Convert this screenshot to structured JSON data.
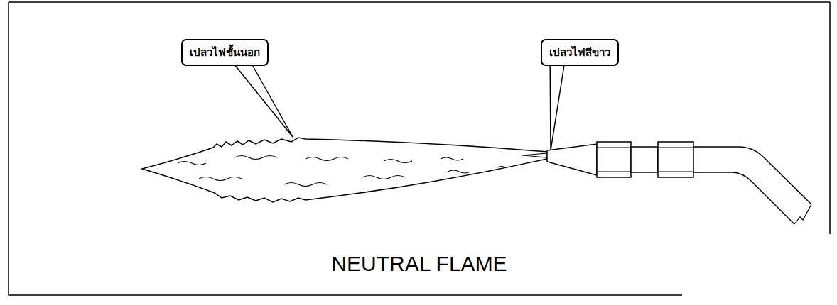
{
  "diagram": {
    "title": "NEUTRAL FLAME",
    "nodes": [
      {
        "text": [
          "เปลวไฟชั้นนอก"
        ]
      },
      {
        "text": [
          "เปลวไฟสีขาว"
        ]
      }
    ]
  }
}
